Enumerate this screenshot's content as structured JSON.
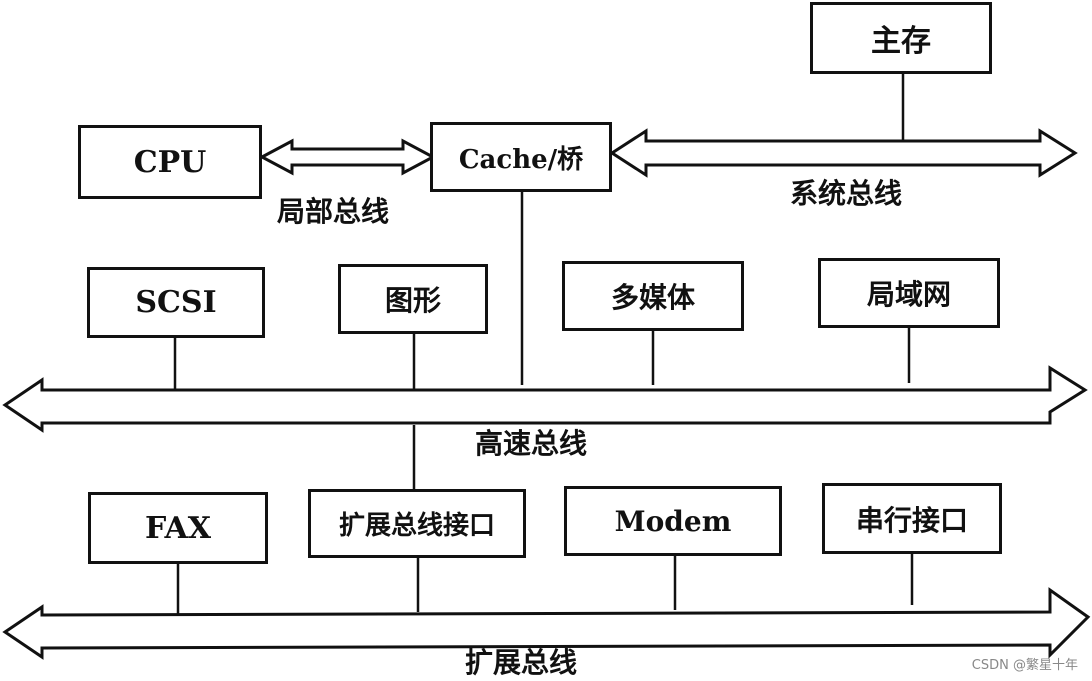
{
  "components": {
    "main_memory": "主存",
    "cpu": "CPU",
    "cache_bridge": "Cache/桥",
    "scsi": "SCSI",
    "graphics": "图形",
    "multimedia": "多媒体",
    "lan": "局域网",
    "fax": "FAX",
    "expansion_bus_interface": "扩展总线接口",
    "modem": "Modem",
    "serial_interface": "串行接口"
  },
  "buses": {
    "local_bus": "局部总线",
    "system_bus": "系统总线",
    "high_speed_bus": "高速总线",
    "expansion_bus": "扩展总线"
  },
  "watermark": "CSDN @繁星十年"
}
